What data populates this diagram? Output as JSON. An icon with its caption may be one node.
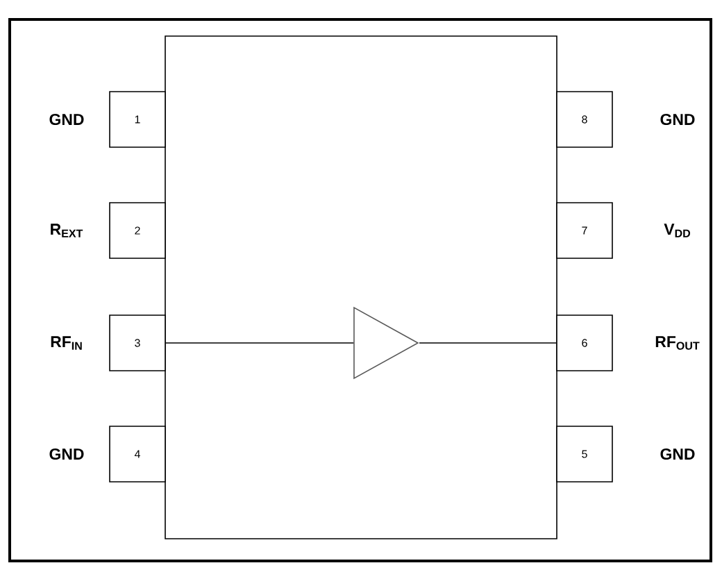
{
  "diagram": {
    "nodes": [
      {
        "text": [],
        "shape": "box"
      },
      {
        "text": [
          "1"
        ],
        "beside": [
          "GND"
        ]
      },
      {
        "text": [
          "2"
        ],
        "beside": [
          "R$_{EXT}$"
        ]
      },
      {
        "text": [
          "3"
        ],
        "beside": [
          "RF$_{IN}$"
        ]
      },
      {
        "text": [
          "4"
        ],
        "beside": [
          "GND"
        ]
      },
      {
        "text": [
          "5"
        ],
        "beside": [
          "GND"
        ]
      },
      {
        "text": [
          "6"
        ],
        "beside": [
          "RF$_{OUT}$"
        ]
      },
      {
        "text": [
          "7"
        ],
        "beside": [
          "V$_{DD}$"
        ]
      },
      {
        "text": [
          "8"
        ],
        "beside": [
          "GND"
        ]
      },
      {
        "text": [],
        "shape": "triangle",
        "in": 0
      }
    ],
    "edges": [
      {
        "from": 3,
        "to": 9,
        "arrow": "none"
      },
      {
        "from": 9,
        "to": 6,
        "arrow": "none"
      }
    ]
  }
}
